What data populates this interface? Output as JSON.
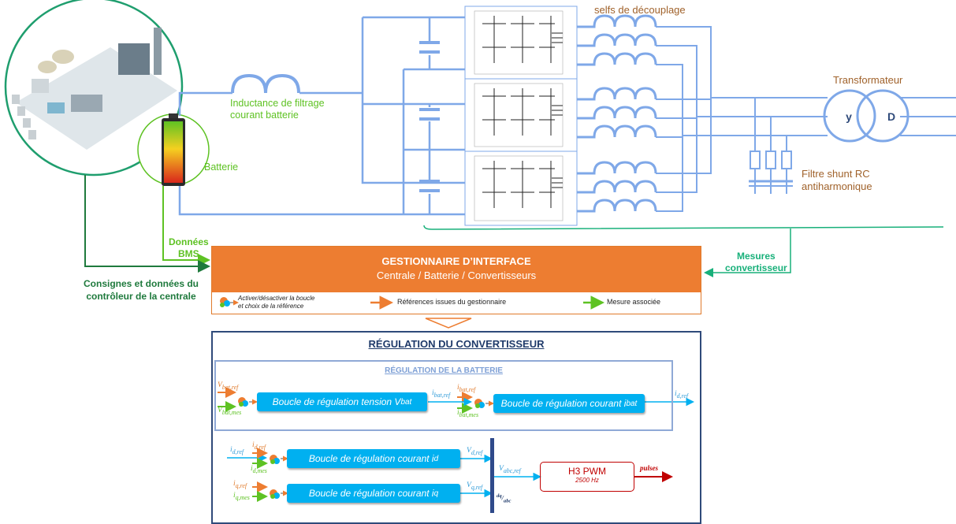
{
  "labels": {
    "selfs": "selfs de découplage",
    "inductance_line1": "Inductance de filtrage",
    "inductance_line2": "courant batterie",
    "batterie": "Batterie",
    "transformateur": "Transformateur",
    "transfo_y": "y",
    "transfo_d": "D",
    "filtre_line1": "Filtre shunt RC",
    "filtre_line2": "antiharmonique",
    "donnees_line1": "Données",
    "donnees_line2": "BMS",
    "consignes_line1": "Consignes et données du",
    "consignes_line2": "contrôleur de la centrale",
    "mesures_line1": "Mesures",
    "mesures_line2": "convertisseur"
  },
  "gestionnaire": {
    "title": "GESTIONNAIRE D’INTERFACE",
    "subtitle": "Centrale / Batterie / Convertisseurs",
    "legend_activate_line1": "Activer/désactiver la boucle",
    "legend_activate_line2": "et choix de la référence",
    "legend_ref": "Références issues du gestionnaire",
    "legend_mesure": "Mesure associée"
  },
  "regulation": {
    "title": "RÉGULATION DU CONVERTISSEUR",
    "battery_title": "RÉGULATION DE LA BATTERIE",
    "loop_tension": "Boucle de régulation tension V",
    "loop_tension_sub": "bat",
    "loop_courant_bat": "Boucle de régulation courant i",
    "loop_courant_bat_sub": "bat",
    "loop_id": "Boucle de régulation courant i",
    "loop_id_sub": "d",
    "loop_iq": "Boucle de régulation courant i",
    "loop_iq_sub": "q",
    "pwm_title": "H3 PWM",
    "pwm_freq": "2500 Hz",
    "pulses": "pulses",
    "signals": {
      "vbat_ref": "V",
      "vbat_ref_sub": "bat,ref",
      "vbat_mes": "V",
      "vbat_mes_sub": "bat,mes",
      "ibat_ref_a": "i",
      "ibat_ref_a_sub": "bat,ref",
      "ibat_ref_b": "i",
      "ibat_ref_b_sub": "bat,ref",
      "ibat_mes": "i",
      "ibat_mes_sub": "bat,mes",
      "id_ref_out": "i",
      "id_ref_out_sub": "d,ref",
      "id_ref_in": "i",
      "id_ref_in_sub": "d,ref",
      "id_ref_o": "i",
      "id_ref_o_sub": "d,ref",
      "id_mes": "i",
      "id_mes_sub": "d,mes",
      "vd_ref": "V",
      "vd_ref_sub": "d,ref",
      "iq_ref": "i",
      "iq_ref_sub": "q,ref",
      "iq_mes": "i",
      "iq_mes_sub": "q,mes",
      "vq_ref": "V",
      "vq_ref_sub": "q,ref",
      "vabc_ref": "V",
      "vabc_ref_sub": "abc,ref",
      "dq": "dq",
      "abc": "abc"
    }
  },
  "colors": {
    "circuit": "#7fa8e8",
    "orange": "#ed7d31",
    "green": "#5ec223",
    "teal": "#18b07a",
    "blue_block": "#00b0f0",
    "pwm_red": "#c00000"
  }
}
